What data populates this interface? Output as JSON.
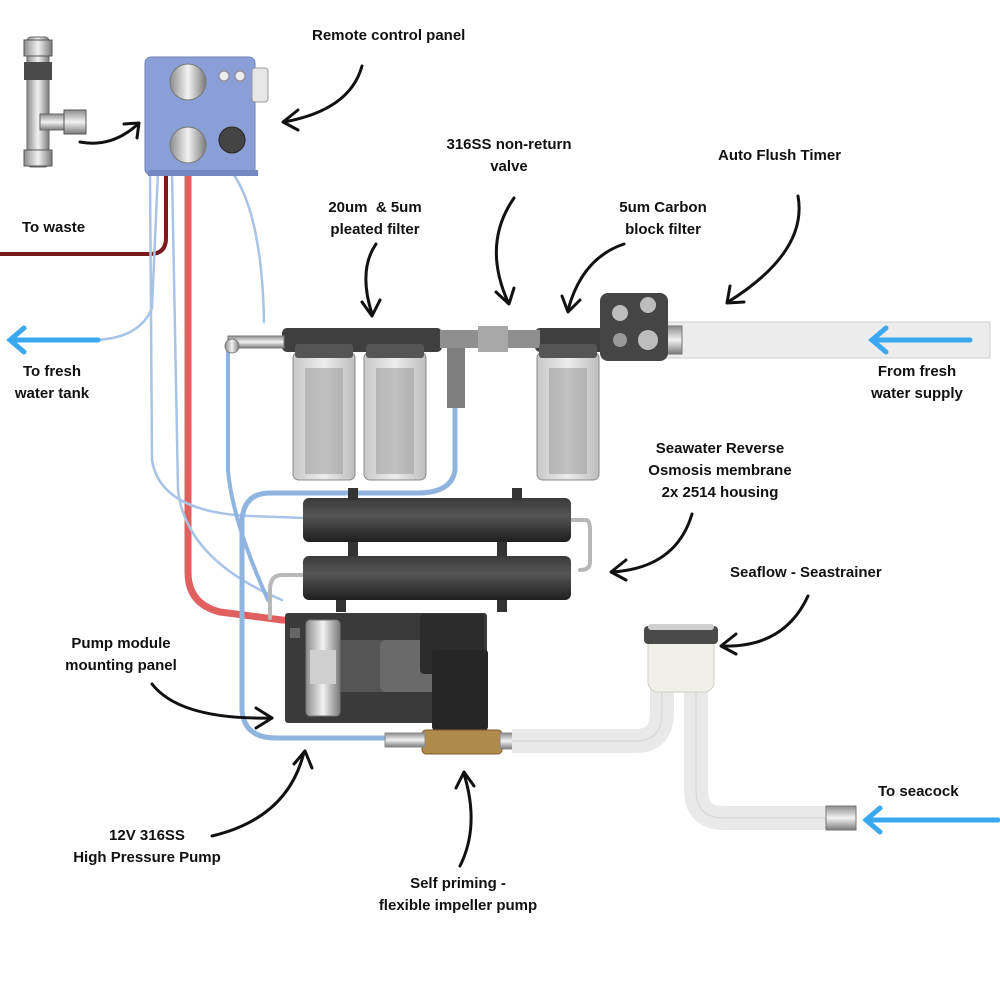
{
  "labels": {
    "remote_control_panel": "Remote control panel",
    "to_waste": "To waste",
    "to_fresh_water_tank": "To fresh\nwater tank",
    "nonreturn_valve": "316SS non-return\nvalve",
    "auto_flush_timer": "Auto Flush Timer",
    "pleated_filter": "20um  & 5um\npleated filter",
    "carbon_filter": "5um Carbon\nblock filter",
    "from_fresh_water_supply": "From fresh\nwater supply",
    "ro_membrane": "Seawater Reverse\nOsmosis membrane\n2x 2514 housing",
    "seastrainer": "Seaflow - Seastrainer",
    "pump_panel": "Pump module\nmounting panel",
    "to_seacock": "To seacock",
    "hp_pump": "12V 316SS\nHigh Pressure Pump",
    "impeller_pump": "Self priming -\nflexible impeller pump"
  },
  "colors": {
    "waste_line": "#7a1a1a",
    "hp_line": "#e06060",
    "water_line": "#8fb4e0",
    "arrow_blue": "#3aa8f0",
    "panel_blue": "#8a9fd6",
    "housing_dark": "#2b2b2b"
  }
}
